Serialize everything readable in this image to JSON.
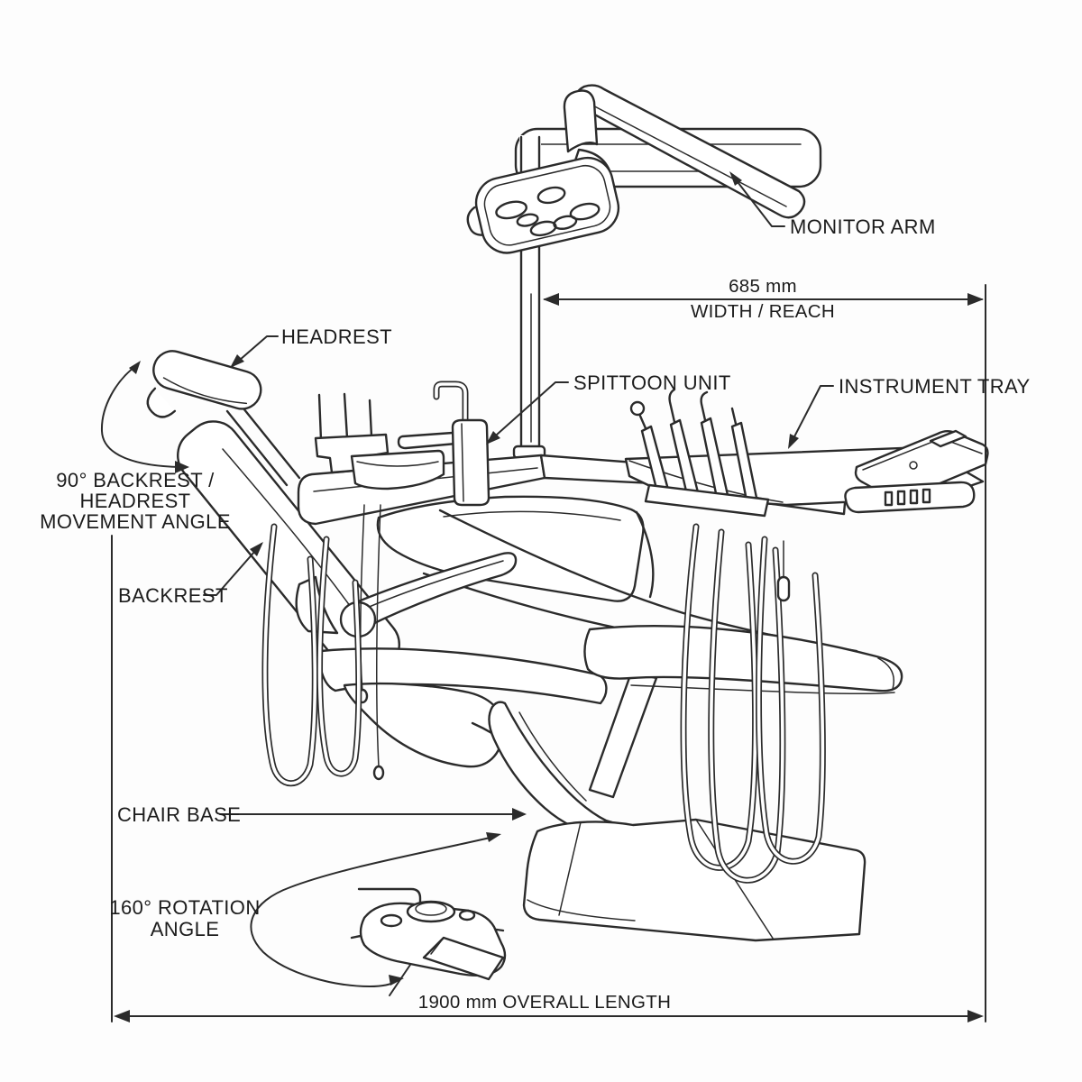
{
  "diagram": {
    "type": "technical-line-drawing",
    "subject": "Dental chair unit — side view with callouts and dimensions",
    "colors": {
      "line": "#2b2b2b",
      "background": "#fdfdfd",
      "text": "#1c1c1c"
    },
    "callouts": {
      "monitor_arm": "MONITOR ARM",
      "headrest": "HEADREST",
      "backrest_headrest_angle": [
        "90° BACKREST /",
        "HEADREST",
        "MOVEMENT ANGLE"
      ],
      "backrest": "BACKREST",
      "spittoon_unit": "SPITTOON UNIT",
      "instrument_tray": "INSTRUMENT TRAY",
      "chair_base": "CHAIR BASE",
      "rotation_angle": [
        "160° ROTATION",
        "ANGLE"
      ]
    },
    "dimensions": {
      "width_reach": {
        "value": "685 mm",
        "label": "WIDTH / REACH"
      },
      "overall_length": {
        "value": "1900 mm OVERALL LENGTH"
      }
    }
  }
}
